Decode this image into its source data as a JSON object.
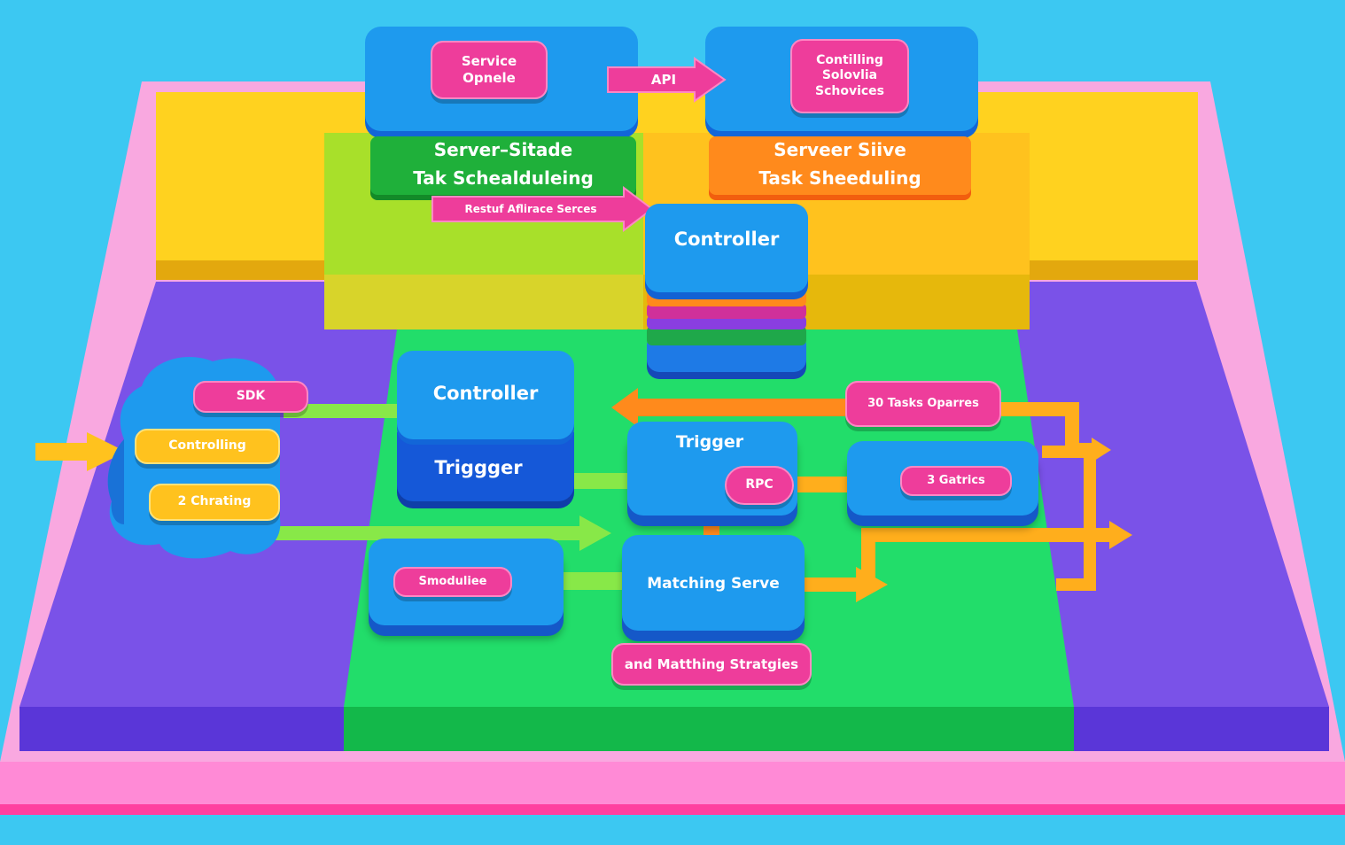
{
  "top_left": {
    "service_pill": "Service\nOpnele",
    "band_line1": "Server–Sitade",
    "band_line2": "Tak Schealduleing"
  },
  "top_right": {
    "pill": "Contilling\nSolovlia\nSchovices",
    "band_line1": "Serveer Siive",
    "band_line2": "Task Sheeduling"
  },
  "arrows": {
    "api": "API",
    "restful": "Restuf Aflirace Serces"
  },
  "controller_stack": {
    "title": "Controller"
  },
  "left_cloud": {
    "sdk": "SDK",
    "controlling": "Controlling",
    "charting": "2 Chrating"
  },
  "controller_trigger": {
    "controller": "Controller",
    "trigger": "Triggger"
  },
  "trigger_box": {
    "title": "Trigger",
    "rpc": "RPC"
  },
  "right_boxes": {
    "tasks": "30 Tasks Oparres",
    "gatrics": "3 Gatrics"
  },
  "bottom": {
    "scheduler": "Smoduliee",
    "matching": "Matching Serve",
    "strategies": "and Matthing Stratgies"
  },
  "colors": {
    "background": "#3cc8f2",
    "platform_pink": "#f9a8e0",
    "purple": "#7a52e8",
    "green": "#22dd6a",
    "yellow": "#ffd21f",
    "lime": "#a8e02a",
    "blue": "#1e9aee",
    "pink_label": "#ee3d9b",
    "orange": "#ff8a1c"
  }
}
